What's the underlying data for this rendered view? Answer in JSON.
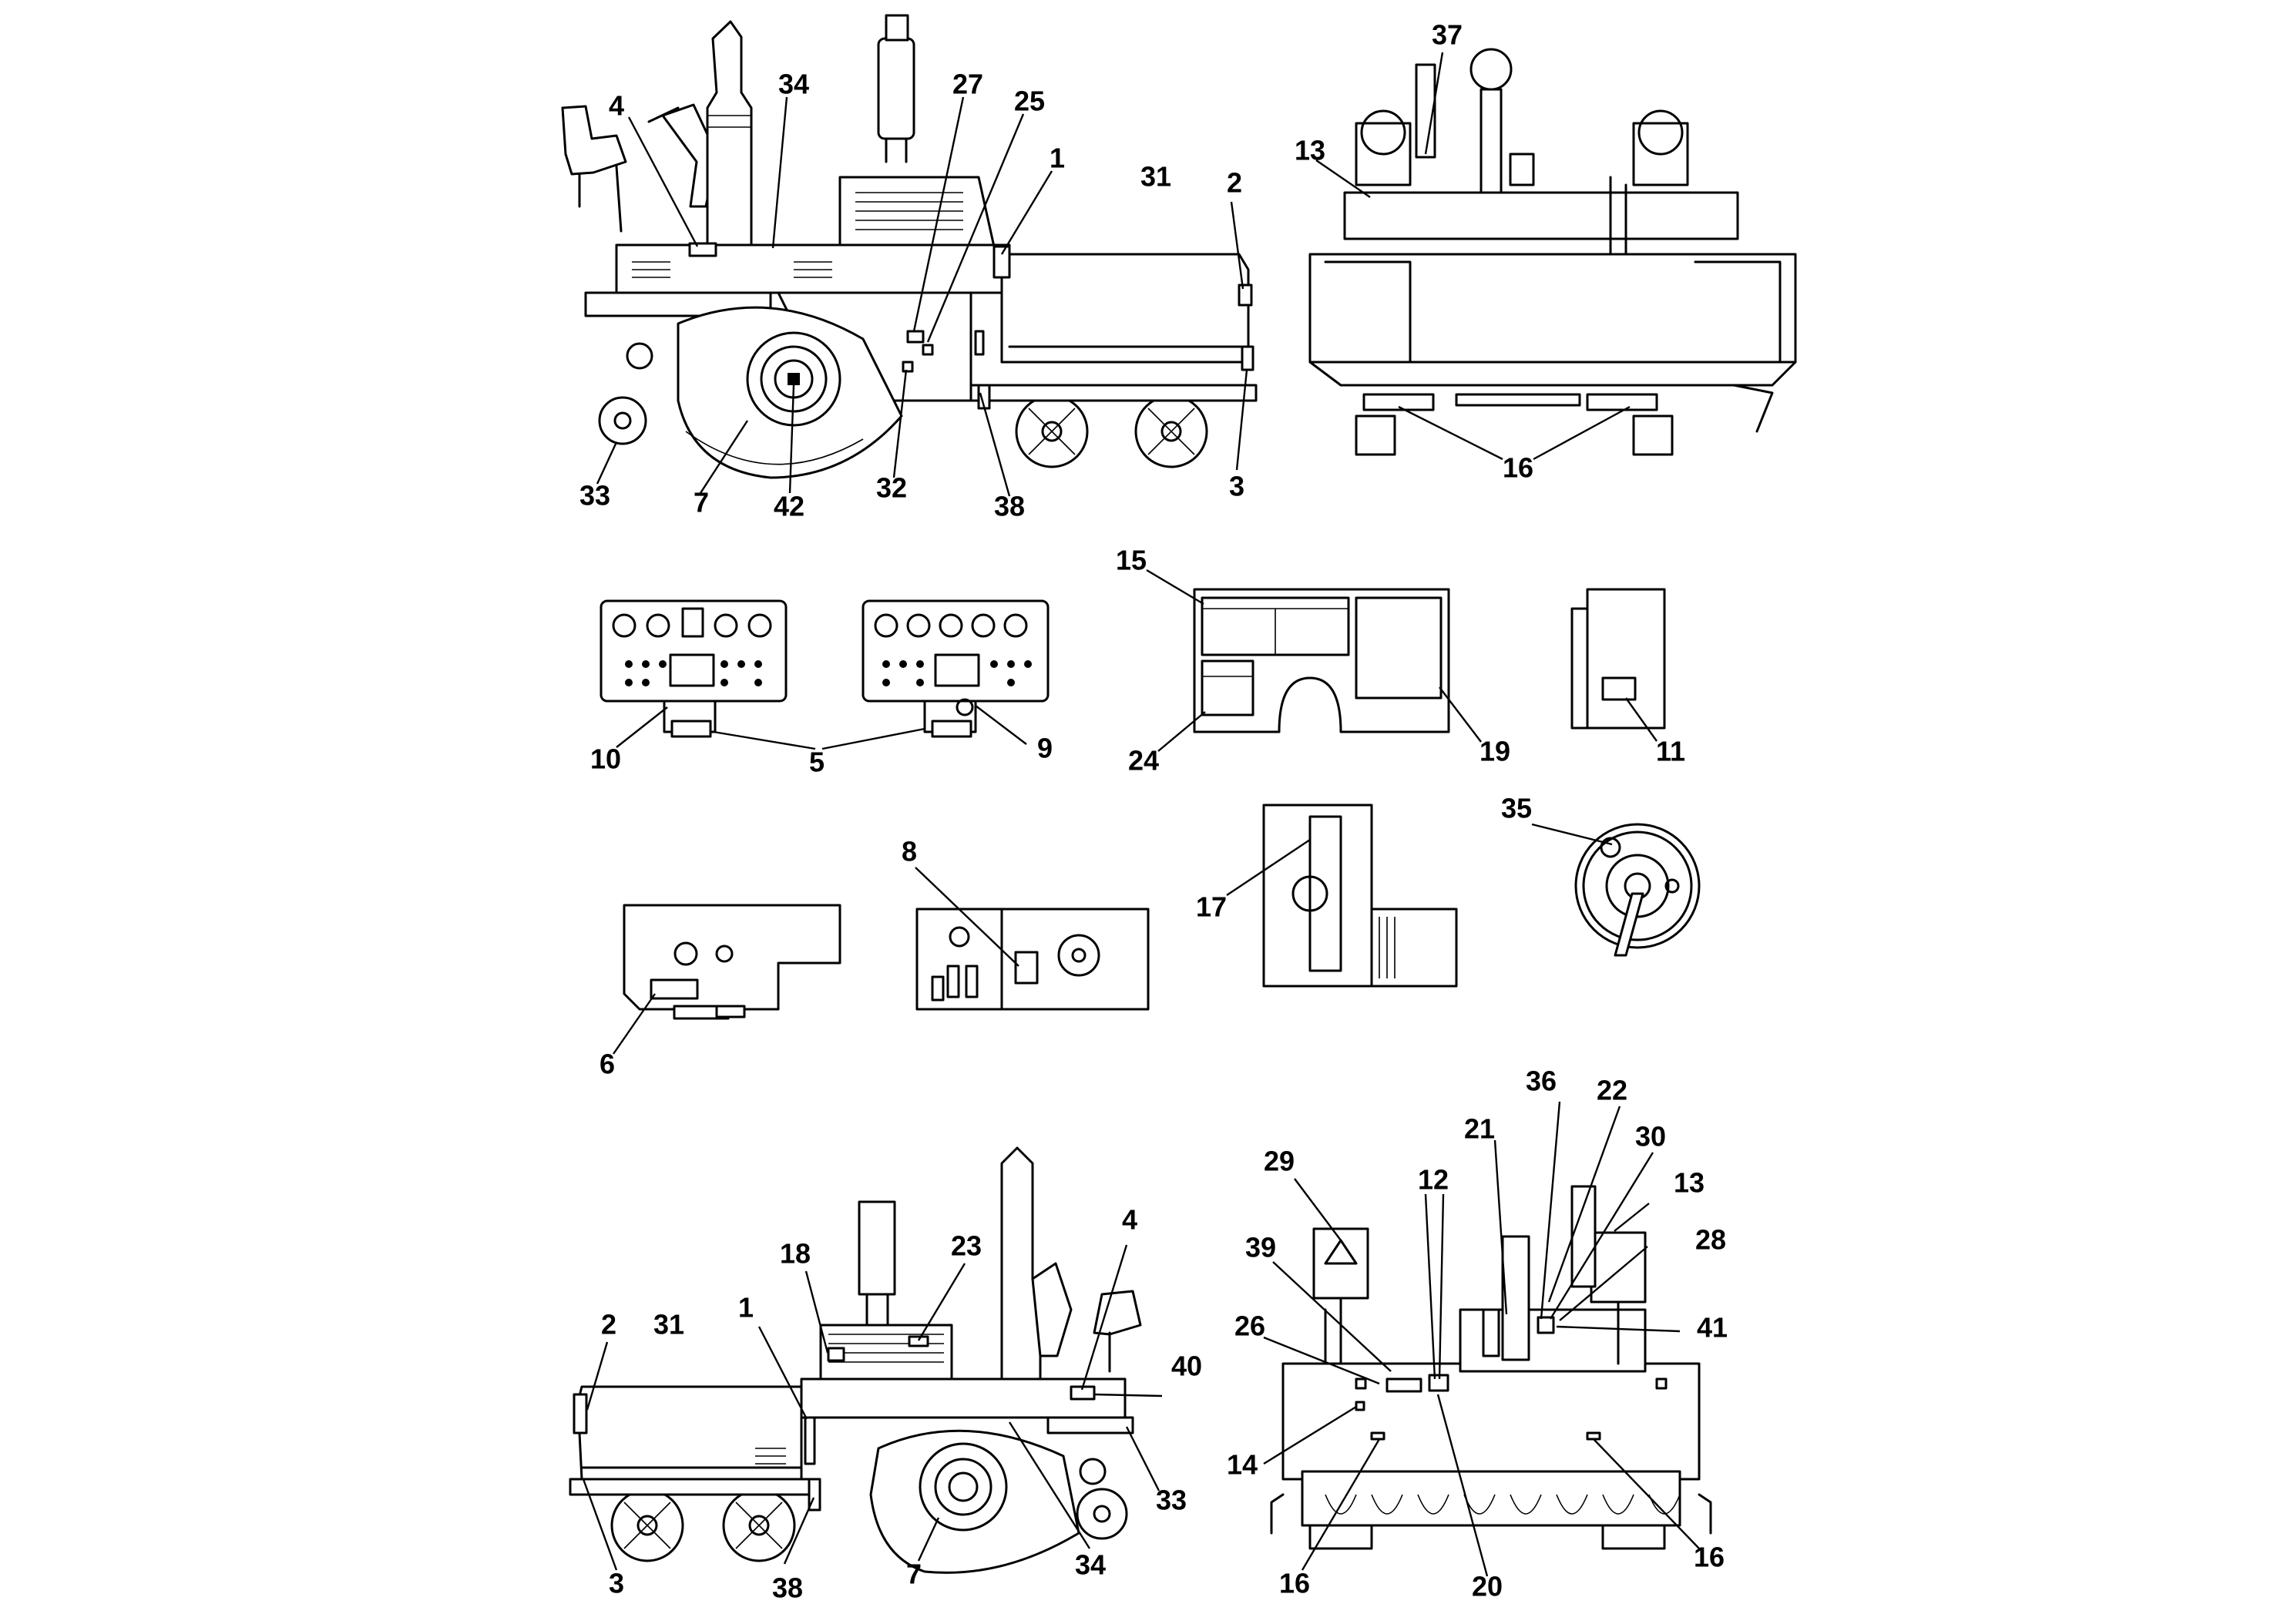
{
  "callouts": {
    "v1": [
      {
        "id": "v1-4",
        "label": "4"
      },
      {
        "id": "v1-34",
        "label": "34"
      },
      {
        "id": "v1-27",
        "label": "27"
      },
      {
        "id": "v1-25",
        "label": "25"
      },
      {
        "id": "v1-1",
        "label": "1"
      },
      {
        "id": "v1-31",
        "label": "31"
      },
      {
        "id": "v1-2",
        "label": "2"
      },
      {
        "id": "v1-33",
        "label": "33"
      },
      {
        "id": "v1-7",
        "label": "7"
      },
      {
        "id": "v1-42",
        "label": "42"
      },
      {
        "id": "v1-32",
        "label": "32"
      },
      {
        "id": "v1-38",
        "label": "38"
      },
      {
        "id": "v1-3",
        "label": "3"
      }
    ],
    "v2": [
      {
        "id": "v2-37",
        "label": "37"
      },
      {
        "id": "v2-13",
        "label": "13"
      },
      {
        "id": "v2-16",
        "label": "16"
      }
    ],
    "details": [
      {
        "id": "d-15",
        "label": "15"
      },
      {
        "id": "d-24",
        "label": "24"
      },
      {
        "id": "d-19",
        "label": "19"
      },
      {
        "id": "d-11",
        "label": "11"
      },
      {
        "id": "d-10",
        "label": "10"
      },
      {
        "id": "d-5",
        "label": "5"
      },
      {
        "id": "d-9",
        "label": "9"
      },
      {
        "id": "d-35",
        "label": "35"
      },
      {
        "id": "d-8",
        "label": "8"
      },
      {
        "id": "d-17",
        "label": "17"
      },
      {
        "id": "d-6",
        "label": "6"
      }
    ],
    "v3": [
      {
        "id": "v3-18",
        "label": "18"
      },
      {
        "id": "v3-23",
        "label": "23"
      },
      {
        "id": "v3-4",
        "label": "4"
      },
      {
        "id": "v3-2",
        "label": "2"
      },
      {
        "id": "v3-31",
        "label": "31"
      },
      {
        "id": "v3-1",
        "label": "1"
      },
      {
        "id": "v3-40",
        "label": "40"
      },
      {
        "id": "v3-33",
        "label": "33"
      },
      {
        "id": "v3-3",
        "label": "3"
      },
      {
        "id": "v3-38",
        "label": "38"
      },
      {
        "id": "v3-7",
        "label": "7"
      },
      {
        "id": "v3-34",
        "label": "34"
      }
    ],
    "v4": [
      {
        "id": "v4-36",
        "label": "36"
      },
      {
        "id": "v4-22",
        "label": "22"
      },
      {
        "id": "v4-21",
        "label": "21"
      },
      {
        "id": "v4-30",
        "label": "30"
      },
      {
        "id": "v4-29",
        "label": "29"
      },
      {
        "id": "v4-12",
        "label": "12"
      },
      {
        "id": "v4-13",
        "label": "13"
      },
      {
        "id": "v4-28",
        "label": "28"
      },
      {
        "id": "v4-39",
        "label": "39"
      },
      {
        "id": "v4-41",
        "label": "41"
      },
      {
        "id": "v4-26",
        "label": "26"
      },
      {
        "id": "v4-14",
        "label": "14"
      },
      {
        "id": "v4-16a",
        "label": "16"
      },
      {
        "id": "v4-20",
        "label": "20"
      },
      {
        "id": "v4-16b",
        "label": "16"
      }
    ]
  }
}
